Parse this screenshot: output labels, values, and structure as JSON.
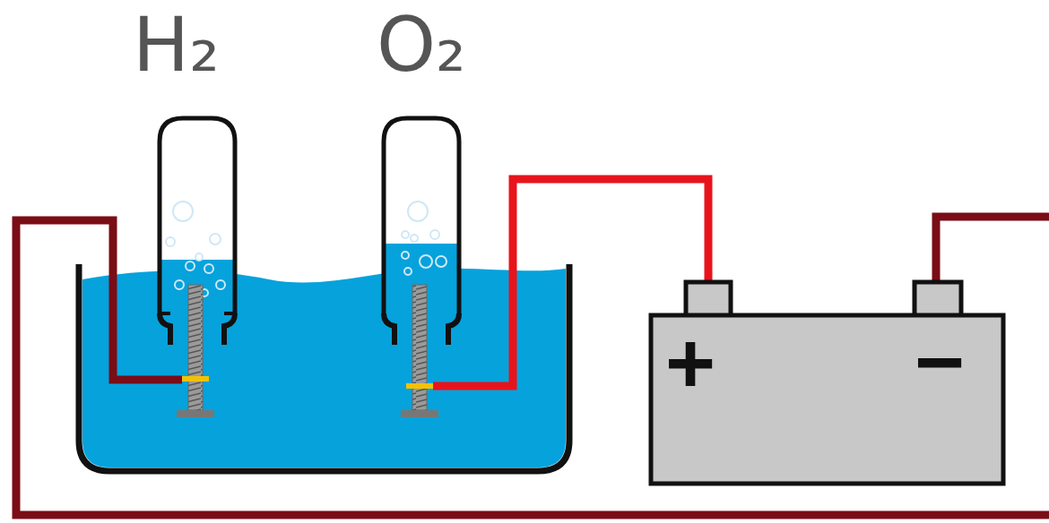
{
  "diagram": {
    "labels": [
      "H₂",
      "O₂",
      "+",
      "−"
    ]
  }
}
